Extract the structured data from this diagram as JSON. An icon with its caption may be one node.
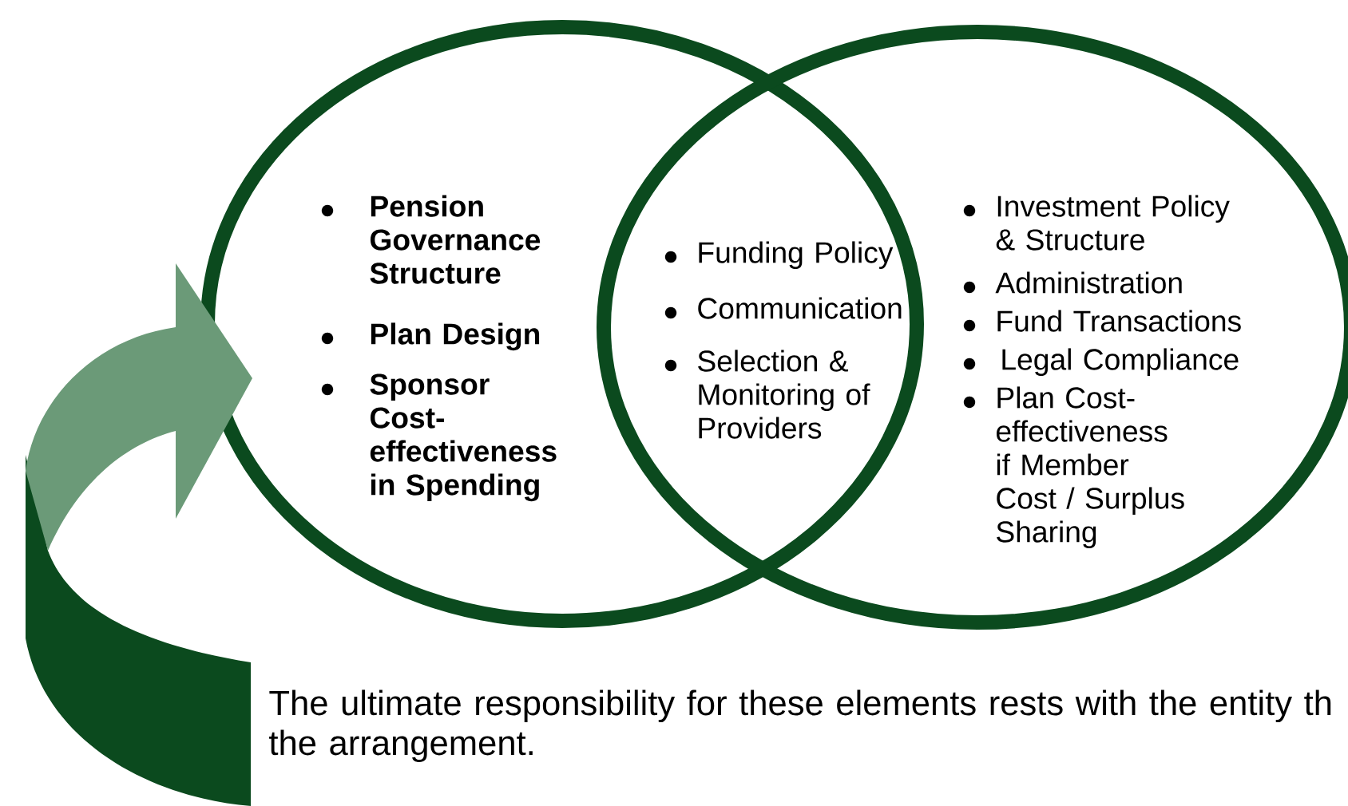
{
  "diagram": {
    "caption": "The ultimate responsibility for these elements rests with the entity th the arrangement.",
    "nodes": [
      {
        "text": [
          "Pension Governance Structure",
          "Plan Design",
          "Sponsor Cost-effectiveness in Spending"
        ]
      },
      {
        "text": [
          "Investment Policy & Structure",
          "Administration",
          "Fund Transactions",
          "Legal Compliance",
          "Plan Cost-effectiveness if Member Cost / Surplus Sharing"
        ]
      }
    ],
    "labels": [
      "Funding Policy",
      "Communication",
      "Selection & Monitoring of Providers"
    ]
  }
}
